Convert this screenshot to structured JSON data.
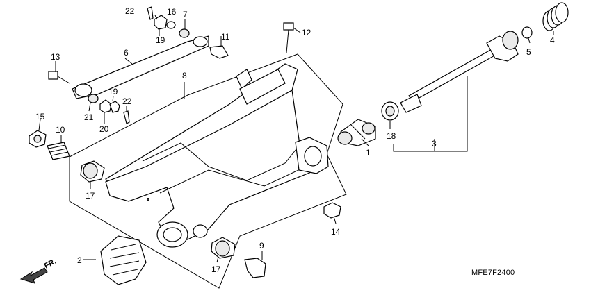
{
  "diagram": {
    "code": "MFE7F2400",
    "direction_label": "FR.",
    "callouts": {
      "c1": "1",
      "c2": "2",
      "c3": "3",
      "c4": "4",
      "c5": "5",
      "c6": "6",
      "c7": "7",
      "c8": "8",
      "c9": "9",
      "c10": "10",
      "c11": "11",
      "c12": "12",
      "c13": "13",
      "c14": "14",
      "c15": "15",
      "c16": "16",
      "c17a": "17",
      "c17b": "17",
      "c18": "18",
      "c19a": "19",
      "c19b": "19",
      "c20": "20",
      "c21": "21",
      "c22a": "22",
      "c22b": "22"
    }
  }
}
